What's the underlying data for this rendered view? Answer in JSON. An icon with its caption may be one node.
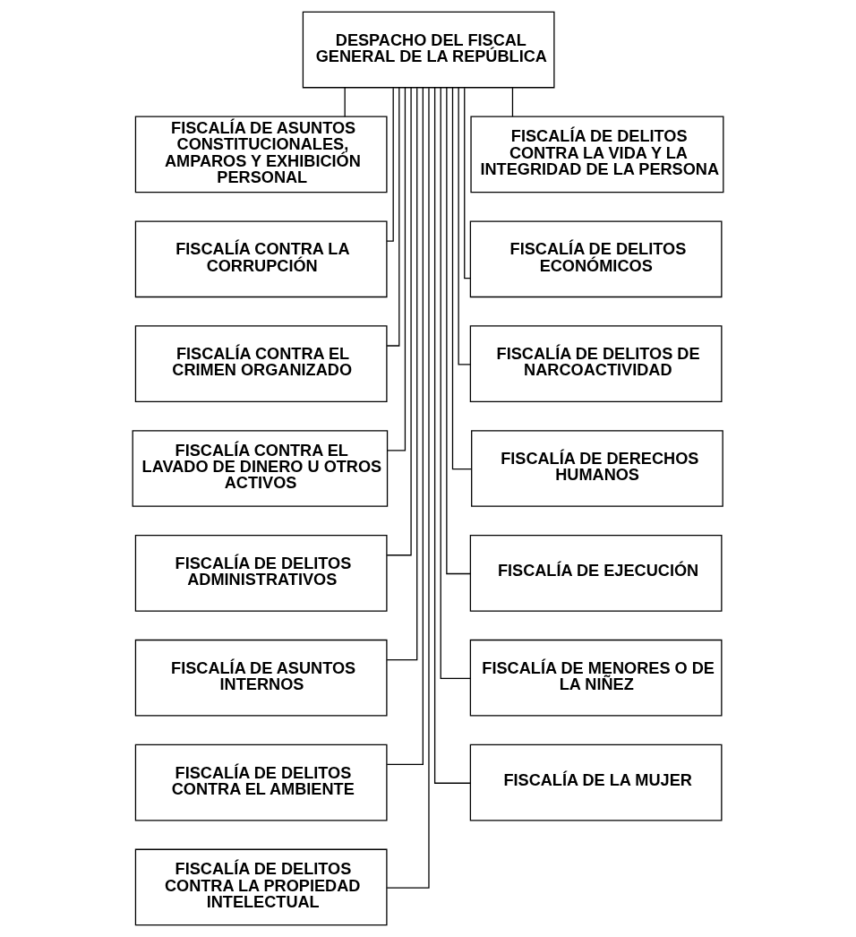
{
  "diagram": {
    "nodes": [
      {
        "text": [
          "DESPACHO DEL FISCAL GENERAL DE LA REPÚBLICA"
        ]
      },
      {
        "text": [
          "FISCALÍA DE ASUNTOS CONSTITUCIONALES, AMPAROS Y EXHIBICIÓN PERSONAL"
        ]
      },
      {
        "text": [
          "FISCALÍA CONTRA LA CORRUPCIÓN"
        ]
      },
      {
        "text": [
          "FISCALÍA CONTRA EL CRIMEN ORGANIZADO"
        ]
      },
      {
        "text": [
          "FISCALÍA CONTRA EL LAVADO DE DINERO U OTROS ACTIVOS"
        ]
      },
      {
        "text": [
          "FISCALÍA DE DELITOS ADMINISTRATIVOS"
        ]
      },
      {
        "text": [
          "FISCALÍA DE ASUNTOS INTERNOS"
        ]
      },
      {
        "text": [
          "FISCALÍA DE DELITOS CONTRA EL AMBIENTE"
        ]
      },
      {
        "text": [
          "FISCALÍA DE DELITOS CONTRA LA PROPIEDAD INTELECTUAL"
        ]
      },
      {
        "text": [
          "FISCALÍA DE DELITOS CONTRA LA VIDA Y LA INTEGRIDAD DE LA PERSONA"
        ]
      },
      {
        "text": [
          "FISCALÍA DE DELITOS ECONÓMICOS"
        ]
      },
      {
        "text": [
          "FISCALÍA DE DELITOS DE NARCOACTIVIDAD"
        ]
      },
      {
        "text": [
          "FISCALÍA DE DERECHOS HUMANOS"
        ]
      },
      {
        "text": [
          "FISCALÍA DE EJECUCIÓN"
        ]
      },
      {
        "text": [
          "FISCALÍA DE MENORES O DE LA NIÑEZ"
        ]
      },
      {
        "text": [
          "FISCALÍA DE LA MUJER"
        ]
      }
    ],
    "edges": [
      {
        "from": 0,
        "to": 1,
        "arrow": "none"
      },
      {
        "from": 0,
        "to": 2,
        "arrow": "none"
      },
      {
        "from": 0,
        "to": 3,
        "arrow": "none"
      },
      {
        "from": 0,
        "to": 4,
        "arrow": "none"
      },
      {
        "from": 0,
        "to": 5,
        "arrow": "none"
      },
      {
        "from": 0,
        "to": 6,
        "arrow": "none"
      },
      {
        "from": 0,
        "to": 7,
        "arrow": "none"
      },
      {
        "from": 0,
        "to": 8,
        "arrow": "none"
      },
      {
        "from": 0,
        "to": 9,
        "arrow": "none"
      },
      {
        "from": 0,
        "to": 10,
        "arrow": "none"
      },
      {
        "from": 0,
        "to": 11,
        "arrow": "none"
      },
      {
        "from": 0,
        "to": 12,
        "arrow": "none"
      },
      {
        "from": 0,
        "to": 13,
        "arrow": "none"
      },
      {
        "from": 0,
        "to": 14,
        "arrow": "none"
      },
      {
        "from": 0,
        "to": 15,
        "arrow": "none"
      }
    ]
  }
}
